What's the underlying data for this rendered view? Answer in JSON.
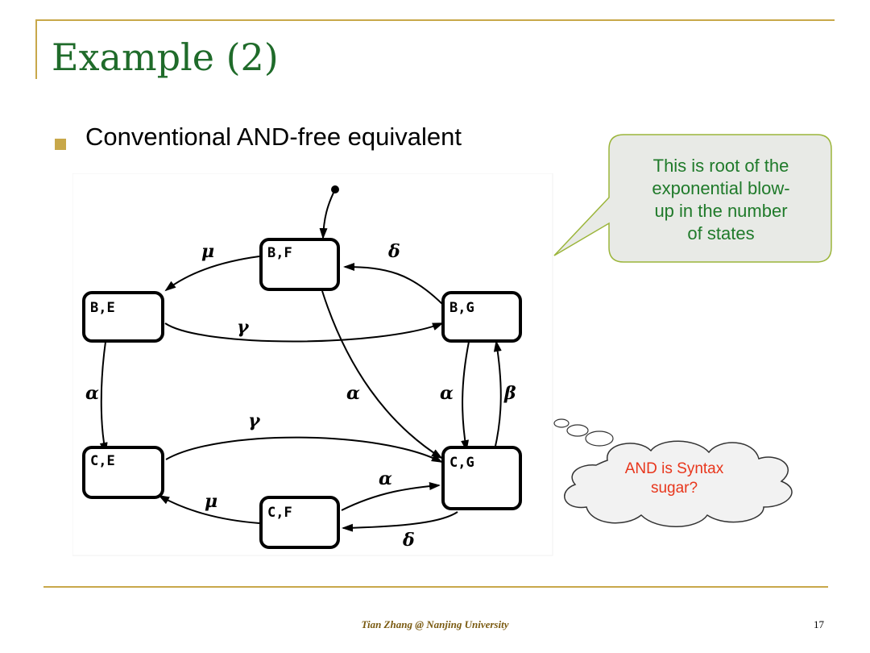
{
  "slide": {
    "title": "Example (2)",
    "bullet": "Conventional AND-free equivalent",
    "footer": "Tian Zhang @ Nanjing University",
    "page_number": "17"
  },
  "callout": {
    "lines": [
      "This is root of the",
      "exponential blow-",
      "up in the number",
      "of states"
    ],
    "color": "#1f7a2a",
    "fill": "#e8eae6"
  },
  "thought": {
    "lines": [
      "AND is Syntax",
      "sugar?"
    ],
    "color": "#e8361c"
  },
  "diagram": {
    "nodes": {
      "BF": "B,F",
      "BE": "B,E",
      "BG": "B,G",
      "CE": "C,E",
      "CG": "C,G",
      "CF": "C,F"
    },
    "labels": {
      "mu_top": "μ",
      "delta_top": "δ",
      "gamma_top": "γ",
      "alpha_left": "α",
      "alpha_diag": "α",
      "alpha_right": "α",
      "beta": "β",
      "gamma_bottom": "γ",
      "alpha_bottom": "α",
      "mu_bottom": "μ",
      "delta_bottom": "δ"
    }
  }
}
